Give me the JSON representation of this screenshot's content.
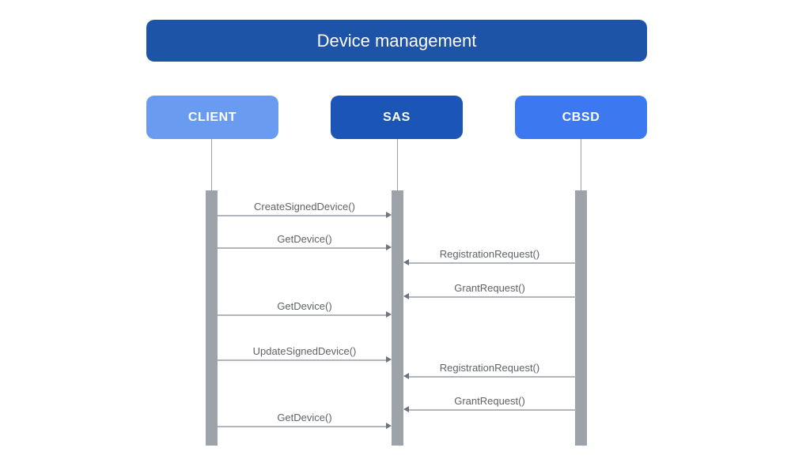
{
  "diagram": {
    "title": "Device management",
    "actors": [
      {
        "id": "client",
        "label": "CLIENT",
        "color": "#699BF0"
      },
      {
        "id": "sas",
        "label": "SAS",
        "color": "#1B56B7"
      },
      {
        "id": "cbsd",
        "label": "CBSD",
        "color": "#3C78F0"
      }
    ],
    "messages": [
      {
        "label": "CreateSignedDevice()",
        "from": "client",
        "to": "sas"
      },
      {
        "label": "GetDevice()",
        "from": "client",
        "to": "sas"
      },
      {
        "label": "RegistrationRequest()",
        "from": "cbsd",
        "to": "sas"
      },
      {
        "label": "GrantRequest()",
        "from": "cbsd",
        "to": "sas"
      },
      {
        "label": "GetDevice()",
        "from": "client",
        "to": "sas"
      },
      {
        "label": "UpdateSignedDevice()",
        "from": "client",
        "to": "sas"
      },
      {
        "label": "RegistrationRequest()",
        "from": "cbsd",
        "to": "sas"
      },
      {
        "label": "GrantRequest()",
        "from": "cbsd",
        "to": "sas"
      },
      {
        "label": "GetDevice()",
        "from": "client",
        "to": "sas"
      }
    ],
    "colors": {
      "title_bg": "#1E54A8",
      "client_bg": "#699BF0",
      "sas_bg": "#1B56B7",
      "cbsd_bg": "#3C78F0",
      "activation_bar": "#9EA3AA",
      "lifeline": "#9AA0A6",
      "arrow_line": "#B2B6BC",
      "arrow_head": "#6E747C",
      "label_text": "#5F6368"
    }
  }
}
